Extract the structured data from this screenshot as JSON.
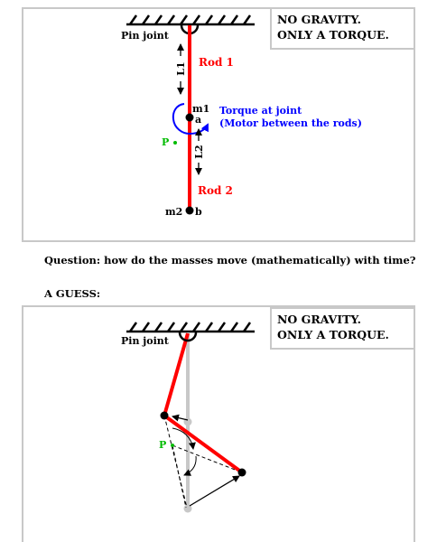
{
  "top": {
    "note": [
      "NO GRAVITY.",
      "ONLY A TORQUE."
    ],
    "pin_label": "Pin joint",
    "rod1_label": "Rod 1",
    "rod2_label": "Rod 2",
    "l1_label": "L1",
    "l2_label": "L2",
    "m1_label": "m1",
    "a_label": "a",
    "m2_label": "m2",
    "b_label": "b",
    "p_label": "P",
    "torque_lines": [
      "Torque at joint",
      "(Motor between the rods)"
    ]
  },
  "question": "Question: how do the masses move (mathematically) with time?",
  "guess_label": "A GUESS:",
  "bottom": {
    "note": [
      "NO GRAVITY.",
      "ONLY A TORQUE."
    ],
    "pin_label": "Pin joint",
    "p_label": "P"
  },
  "colors": {
    "rod": "#ff0000",
    "torque": "#0000ff",
    "point_p": "#00bb00",
    "ghost": "#c8c8c8",
    "border": "#c8c8c8"
  }
}
